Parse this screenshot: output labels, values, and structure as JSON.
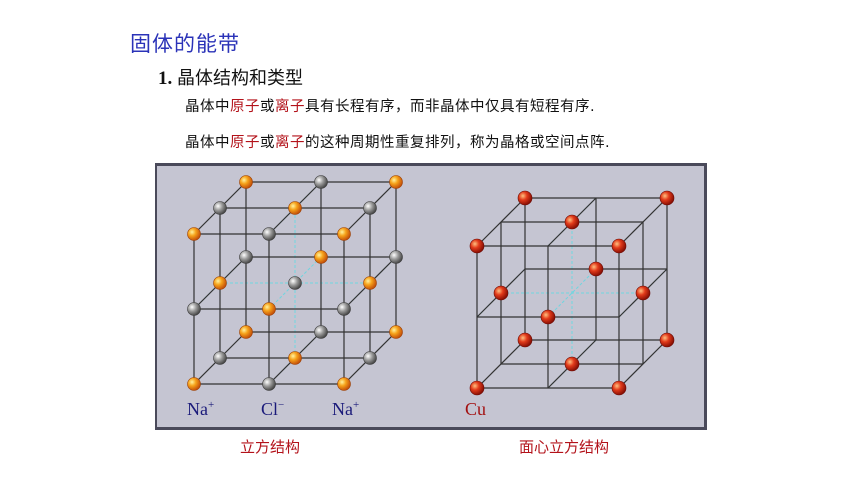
{
  "page": {
    "title": "固体的能带",
    "section_number": "1.",
    "section_title": "晶体结构和类型"
  },
  "lines": [
    {
      "parts": [
        {
          "text": "晶体中",
          "highlight": false
        },
        {
          "text": "原子",
          "highlight": true
        },
        {
          "text": "或",
          "highlight": false
        },
        {
          "text": "离子",
          "highlight": true
        },
        {
          "text": "具有长程有序，而非晶体中仅具有短程有序.",
          "highlight": false
        }
      ]
    },
    {
      "parts": [
        {
          "text": "晶体中",
          "highlight": false
        },
        {
          "text": "原子",
          "highlight": true
        },
        {
          "text": "或",
          "highlight": false
        },
        {
          "text": "离子",
          "highlight": true
        },
        {
          "text": "的这种周期性重复排列，称为晶格或空间点阵.",
          "highlight": false
        }
      ]
    }
  ],
  "figures": {
    "left": {
      "caption": "立方结构",
      "labels": [
        {
          "base": "Na",
          "sup": "+"
        },
        {
          "base": "Cl",
          "sup": "−"
        },
        {
          "base": "Na",
          "sup": "+"
        }
      ]
    },
    "right": {
      "caption": "面心立方结构",
      "label": "Cu"
    }
  },
  "colors": {
    "title": "#2b33b8",
    "highlight": "#b3121a",
    "panel_bg": "#c5c5d2",
    "panel_border": "#4a4a5a",
    "edge": "#333333",
    "dashed": "#6fd6e0",
    "na_atom": "#f6a21a",
    "cl_atom": "#8a8a8a",
    "cu_atom": "#d7261c",
    "label": "#1a1a7a",
    "cu_label": "#a31010"
  }
}
